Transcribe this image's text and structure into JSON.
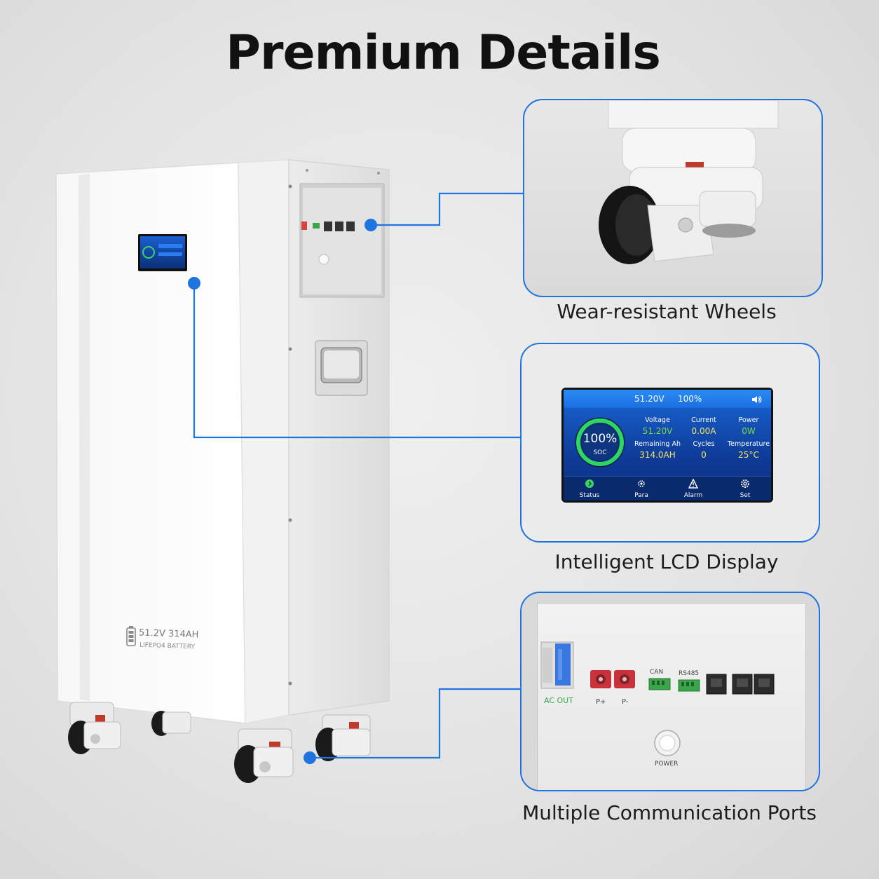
{
  "title": "Premium Details",
  "captions": {
    "wheels": "Wear-resistant Wheels",
    "lcd": "Intelligent LCD Display",
    "ports": "Multiple Communication Ports"
  },
  "battery_label": {
    "rating": "51.2V 314AH",
    "chemistry": "LIFEPO4 BATTERY"
  },
  "lcd": {
    "voltage": "51.20V",
    "percent": "100%",
    "soc_value": "100%",
    "soc_label": "SOC",
    "stats": [
      {
        "label": "Voltage",
        "value": "51.20V"
      },
      {
        "label": "Current",
        "value": "0.00A"
      },
      {
        "label": "Power",
        "value": "0W"
      },
      {
        "label": "Remaining Ah",
        "value": "314.0AH"
      },
      {
        "label": "Cycles",
        "value": "0"
      },
      {
        "label": "Temperature",
        "value": "25°C"
      }
    ],
    "tabs": [
      "Status",
      "Para",
      "Alarm",
      "Set"
    ]
  },
  "ports": {
    "ac_out": "AC OUT",
    "p_plus": "P+",
    "p_minus": "P-",
    "can": "CAN",
    "rs485": "RS485",
    "power": "POWER"
  },
  "colors": {
    "accent": "#1f74e0",
    "lcd_green": "#7ddc3c",
    "lcd_yellow": "#f6e35a"
  }
}
